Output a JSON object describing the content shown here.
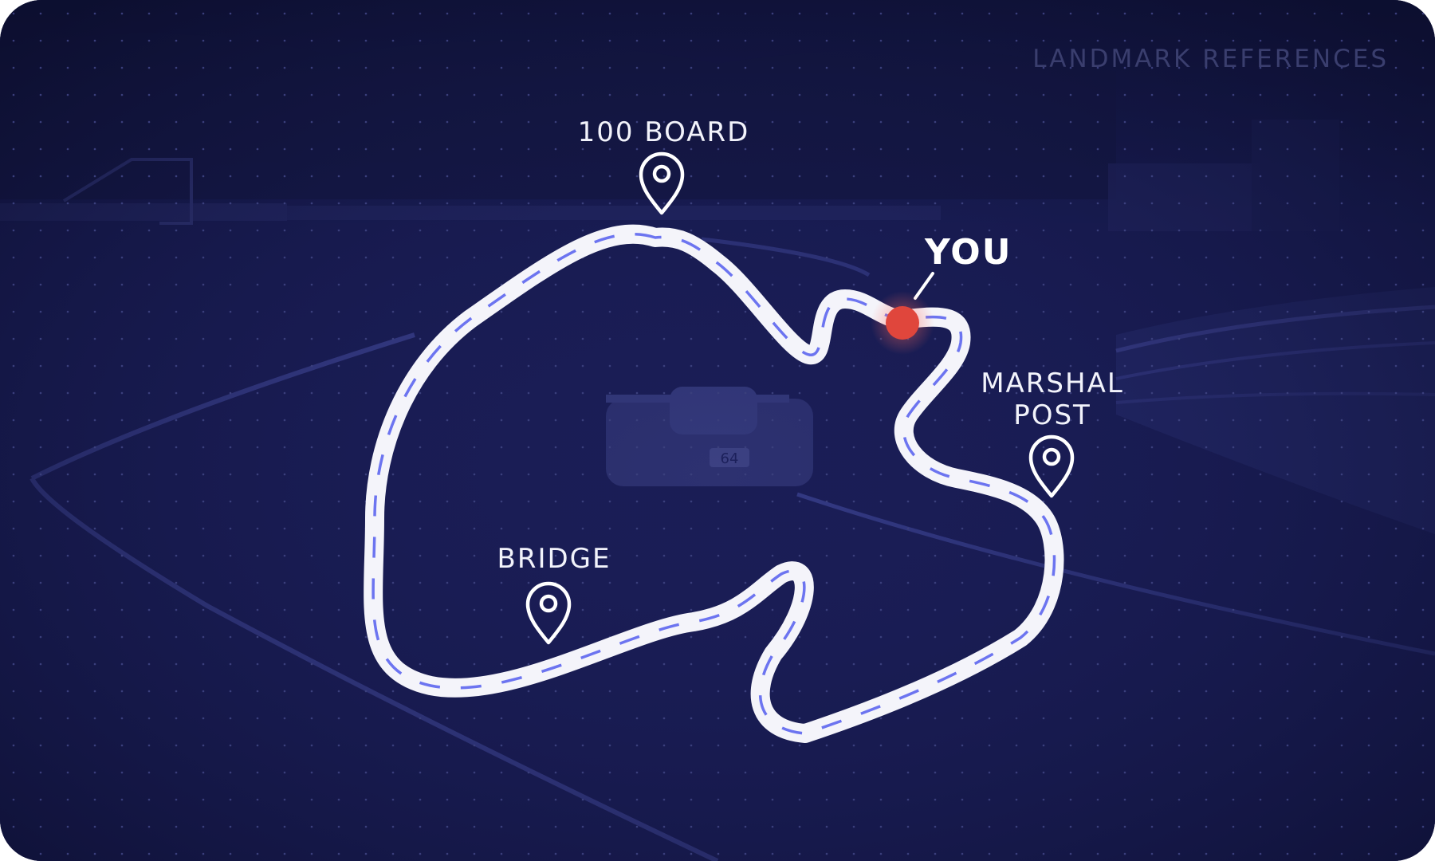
{
  "map": {
    "section_title": "LANDMARK REFERENCES",
    "current_position_label": "YOU",
    "landmarks": [
      {
        "label": "100 BOARD",
        "icon": "map-pin-icon"
      },
      {
        "label": "MARSHAL\nPOST",
        "icon": "map-pin-icon"
      },
      {
        "label": "BRIDGE",
        "icon": "map-pin-icon"
      }
    ],
    "colors": {
      "background": "#15184a",
      "track_line": "#f4f4fa",
      "track_dash": "#6c74f0",
      "you_marker": "#e0463c",
      "pin": "#ffffff"
    },
    "background_car_number": "64"
  }
}
